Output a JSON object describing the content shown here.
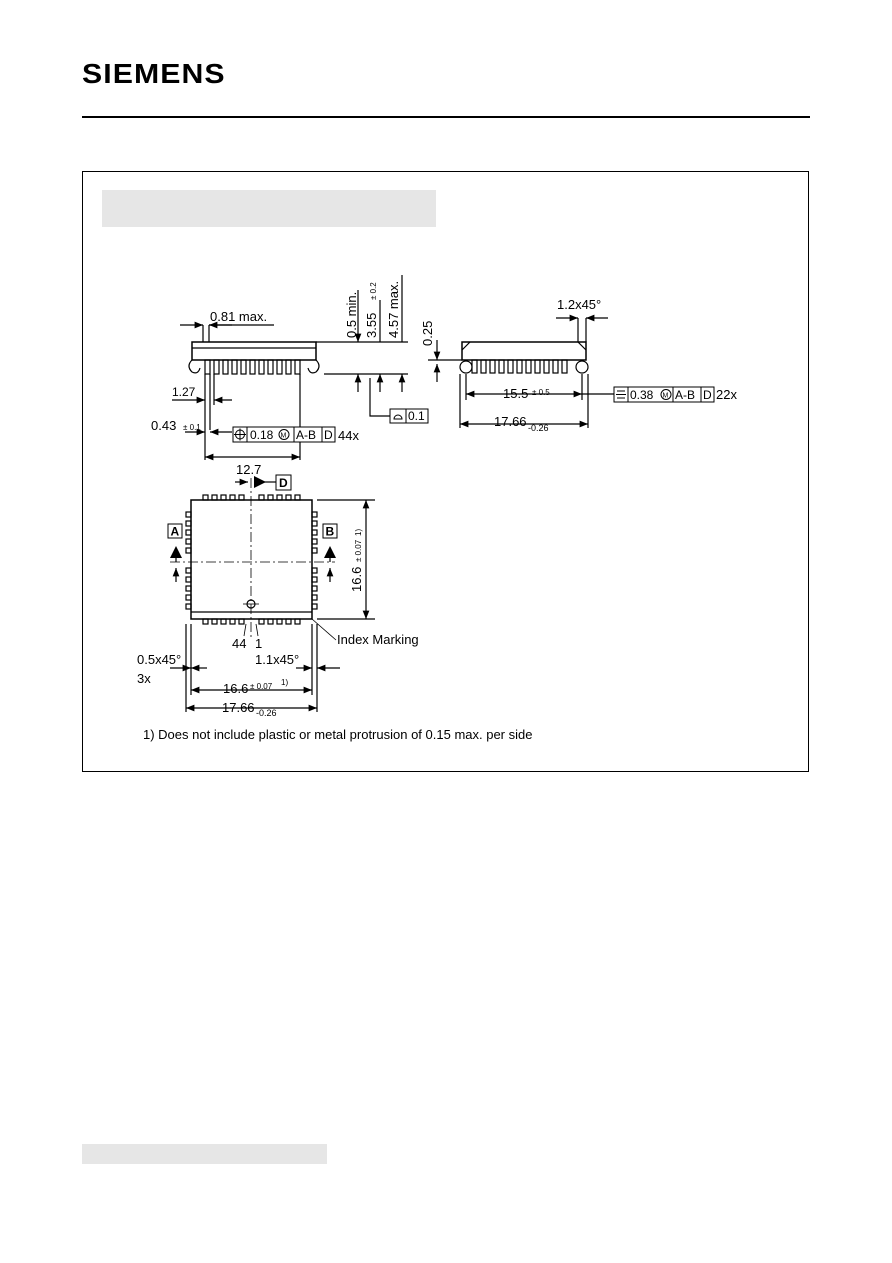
{
  "header": {
    "logo_text": "SIEMENS"
  },
  "side_view": {
    "dim_081": "0.81 max.",
    "dim_05": "0.5 min.",
    "dim_355": "3.55",
    "dim_355_tol": "± 0.2",
    "dim_457": "4.57 max.",
    "dim_127": "1.27",
    "dim_043": "0.43",
    "dim_043_tol": "± 0.1",
    "dim_127_pitch": "12.7",
    "fcf_value": "0.18",
    "fcf_mod": "M",
    "fcf_ref": "A-B",
    "fcf_ref2": "D",
    "fcf_count": "44x",
    "flat_value": "0.1"
  },
  "end_view": {
    "dim_025": "0.25",
    "dim_chamfer": "1.2x45°",
    "dim_155": "15.5",
    "dim_155_tol": "± 0.5",
    "dim_1766": "17.66",
    "dim_1766_tol": "-0.26",
    "fcf_value": "0.38",
    "fcf_mod": "M",
    "fcf_ref": "A-B",
    "fcf_ref2": "D",
    "fcf_count": "22x"
  },
  "top_view": {
    "datum_d": "D",
    "datum_a": "A",
    "datum_b": "B",
    "dim_166_v": "16.6",
    "dim_166_v_tol": "± 0.07",
    "footnote_mark": "1)",
    "pin_44": "44",
    "pin_1": "1",
    "index_marking": "Index Marking",
    "chamfer_05": "0.5x45°",
    "chamfer_05_count": "3x",
    "chamfer_11": "1.1x45°",
    "dim_166_h": "16.6",
    "dim_166_h_tol": "± 0.07",
    "dim_1766_h": "17.66",
    "dim_1766_h_tol": "-0.26"
  },
  "footnote": "1) Does not include plastic or metal protrusion of 0.15 max. per side"
}
